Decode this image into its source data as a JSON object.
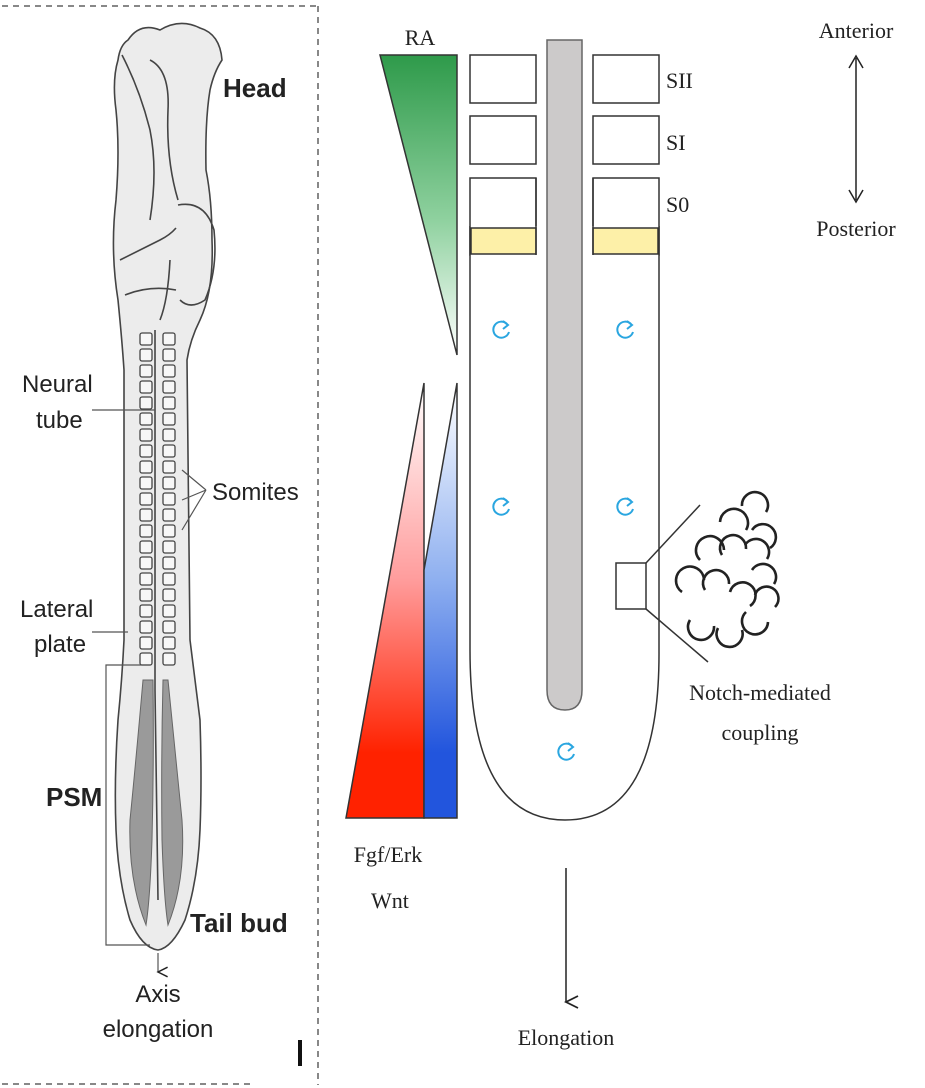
{
  "left_panel": {
    "labels": {
      "head": "Head",
      "neural_tube_line1": "Neural",
      "neural_tube_line2": "tube",
      "somites": "Somites",
      "lateral_plate_line1": "Lateral",
      "lateral_plate_line2": "plate",
      "psm": "PSM",
      "tail_bud": "Tail bud",
      "axis_line1": "Axis",
      "axis_line2": "elongation"
    }
  },
  "right_panel": {
    "labels": {
      "ra": "RA",
      "somite_sii": "SII",
      "somite_si": "SI",
      "somite_s0": "S0",
      "anterior": "Anterior",
      "posterior": "Posterior",
      "fgf_erk": "Fgf/Erk",
      "wnt": "Wnt",
      "notch_line1": "Notch-mediated",
      "notch_line2": "coupling",
      "elongation": "Elongation"
    },
    "colors": {
      "ra_gradient": "#2e9a4a",
      "fgf_gradient": "#ff2200",
      "wnt_gradient": "#2255dd",
      "notochord": "#cccaca",
      "determination_front": "#fdf0a8",
      "oscillation_arrow": "#2aa6e0"
    }
  }
}
